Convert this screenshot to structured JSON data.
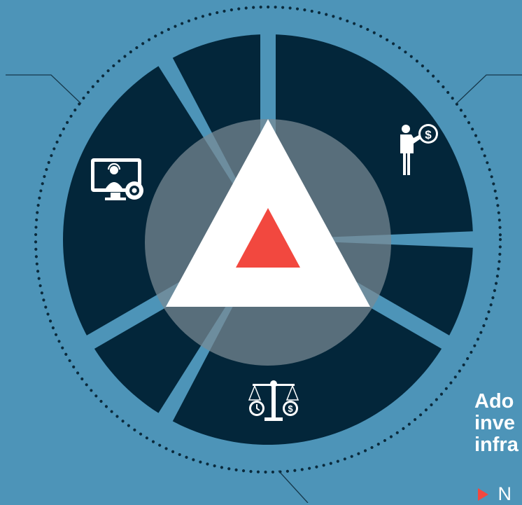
{
  "colors": {
    "background": "#4d94b8",
    "segment": "#03263a",
    "inner_disc": "#7a8b94",
    "triangle": "#ffffff",
    "center_triangle": "#f2483f",
    "leader_line": "#16384b",
    "dots": "#0a2a3c"
  },
  "diagram": {
    "segments": [
      {
        "name": "top-left",
        "icon": "computer-support-gear-icon"
      },
      {
        "name": "top-right",
        "icon": "businessman-dollar-icon"
      },
      {
        "name": "bottom",
        "icon": "balance-scale-time-money-icon"
      }
    ]
  },
  "caption": {
    "line1": "Ado",
    "line2": "inve",
    "line3": "infra",
    "bullet_text": "N"
  }
}
